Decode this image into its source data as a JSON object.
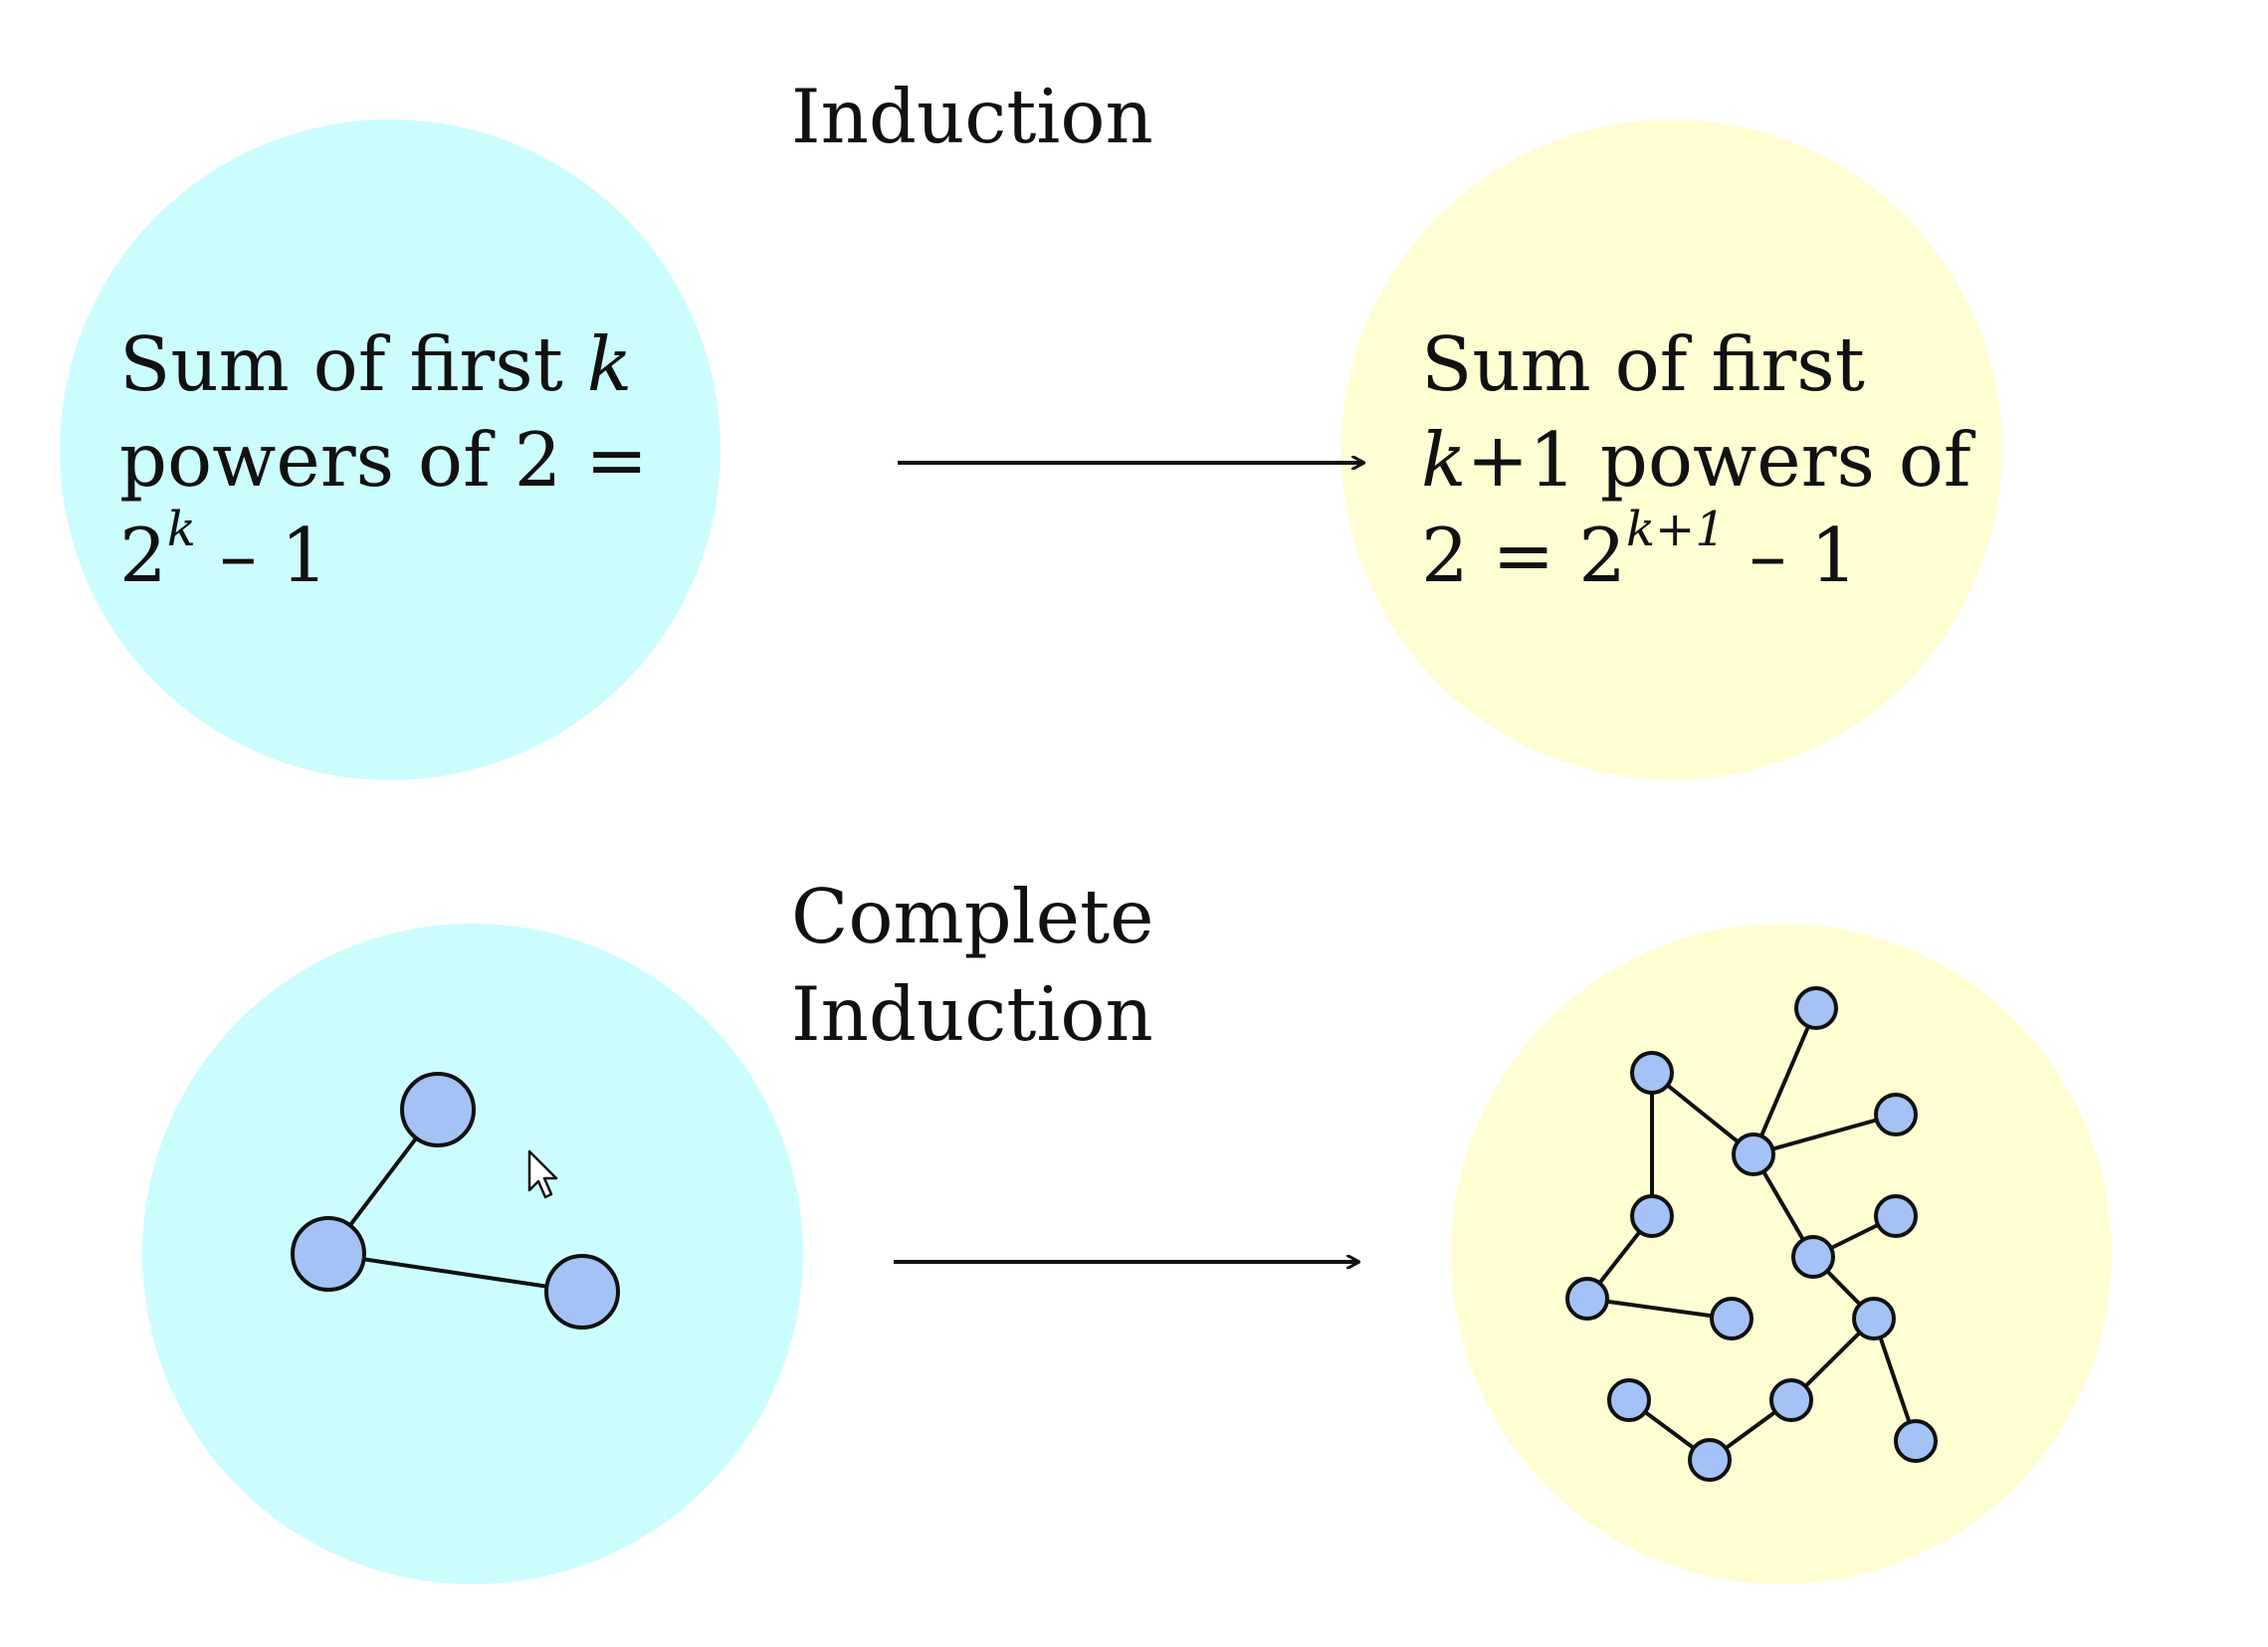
{
  "induction": {
    "title": "Induction",
    "left_text": {
      "line1_prefix": "Sum of first ",
      "line1_var": "k",
      "line2": "powers of 2 =",
      "line3_base": "2",
      "line3_exp": "k",
      "line3_suffix": " – 1"
    },
    "right_text": {
      "line1": "Sum of first",
      "line2_var": "k",
      "line2_suffix": "+1 powers of",
      "line3_prefix": "2 = 2",
      "line3_exp": "k+1",
      "line3_suffix": " – 1"
    }
  },
  "complete_induction": {
    "title_line1": "Complete",
    "title_line2": "Induction"
  },
  "colors": {
    "left_circle": "#ccfdfe",
    "right_circle": "#fefed2",
    "node_fill": "#a4c2f5",
    "stroke": "#111111"
  }
}
